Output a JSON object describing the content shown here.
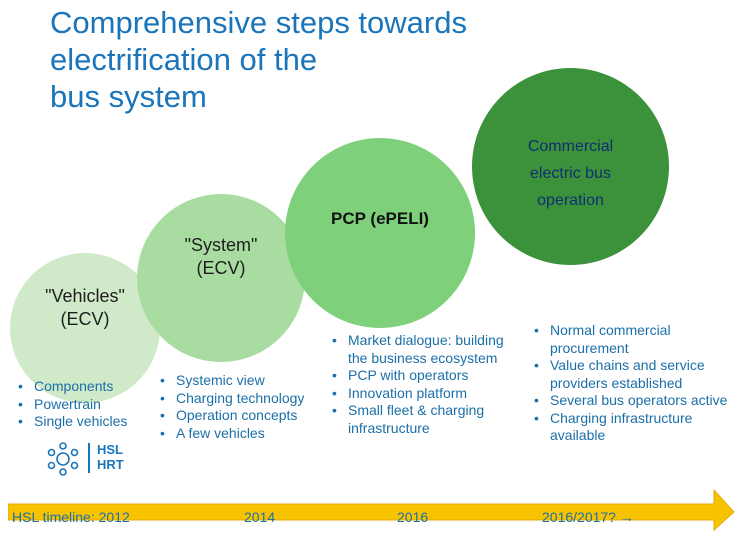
{
  "title": "Comprehensive steps towards\nelectrification of the\nbus system",
  "circles": [
    {
      "label": "\"Vehicles\"\n(ECV)",
      "color": "#cfe9c9"
    },
    {
      "label": "\"System\"\n(ECV)",
      "color": "#a8dca0"
    },
    {
      "label": "PCP (ePELI)",
      "color": "#7fd07b"
    },
    {
      "label": "Commercial\nelectric bus\noperation",
      "color": "#3b923b"
    }
  ],
  "stages": [
    {
      "items": [
        "Components",
        "Powertrain",
        "Single vehicles"
      ]
    },
    {
      "items": [
        "Systemic view",
        "Charging technology",
        "Operation concepts",
        "A few vehicles"
      ]
    },
    {
      "items": [
        "Market dialogue: building the business ecosystem",
        "PCP with operators",
        "Innovation platform",
        "Small fleet & charging infrastructure"
      ]
    },
    {
      "items": [
        "Normal commercial procurement",
        "Value chains and service providers established",
        "Several bus operators active",
        "Charging infrastructure available"
      ]
    }
  ],
  "logo": {
    "text": "HSL\nHRT",
    "icon": "hsl-sun-icon"
  },
  "timeline": {
    "labels": [
      "HSL timeline: 2012",
      "2014",
      "2016",
      "2016/2017? →"
    ],
    "arrow_color": "#f7c300"
  },
  "colors": {
    "title": "#1b75bb",
    "bullet_text": "#1b6fa8"
  }
}
